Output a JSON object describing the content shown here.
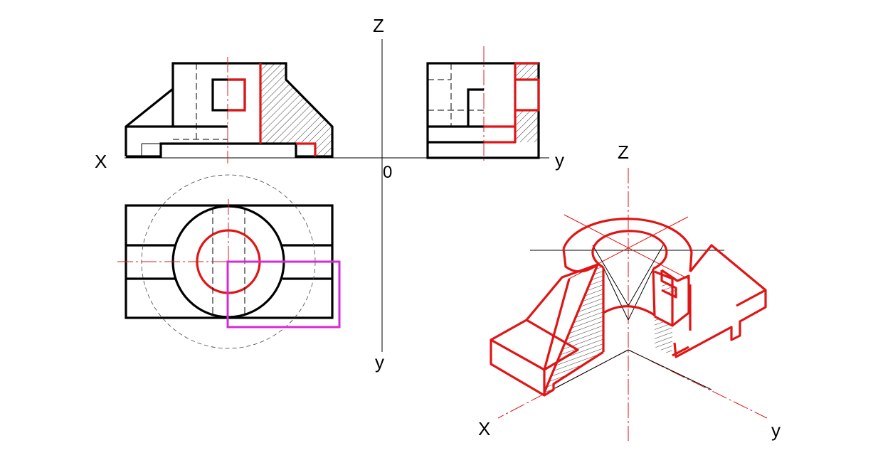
{
  "axes": {
    "origin": "0",
    "front_x": "X",
    "front_z": "Z",
    "side_y": "y",
    "plan_y": "y",
    "iso_z": "Z",
    "iso_x": "X",
    "iso_y": "y"
  },
  "colors": {
    "outline": "#000000",
    "section": "#e01515",
    "centerline": "#d42020",
    "highlight_box": "#d62ad6"
  }
}
